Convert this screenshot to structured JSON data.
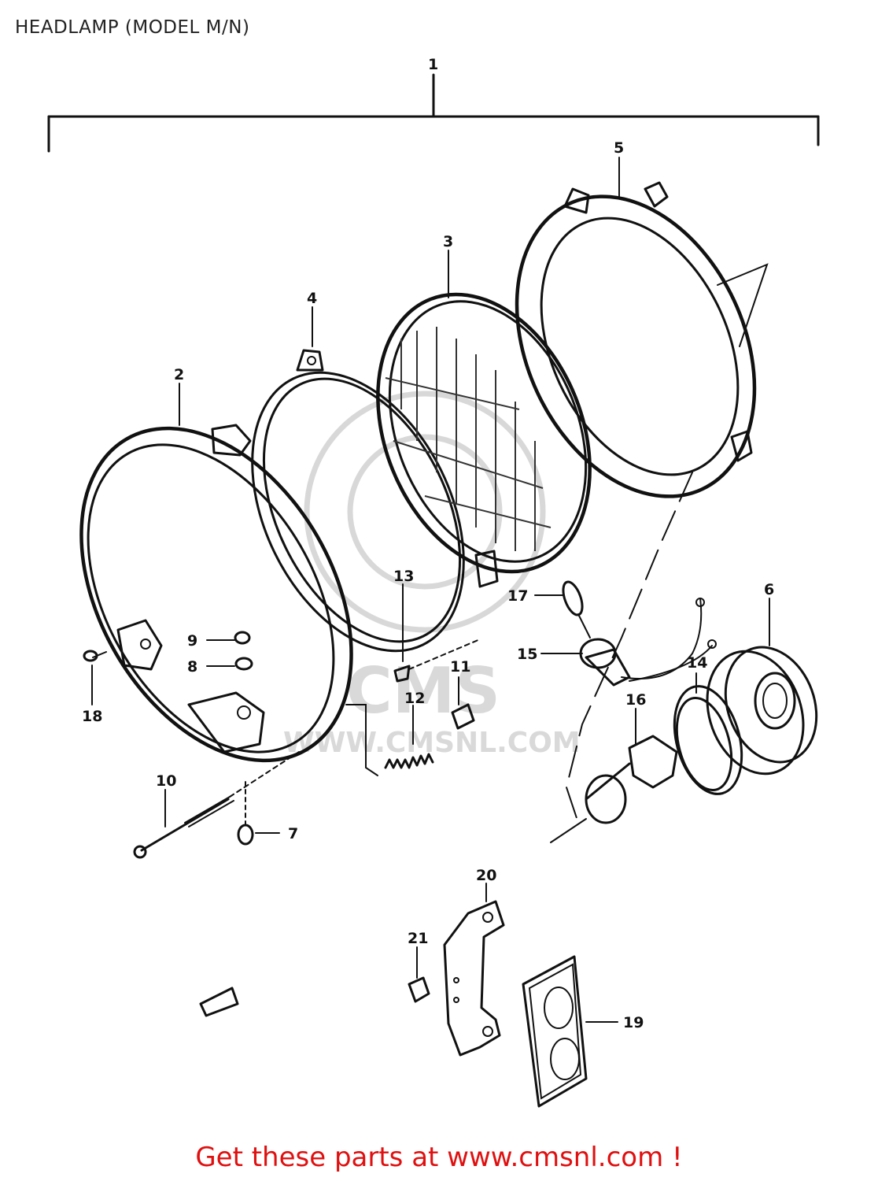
{
  "header": {
    "title": "HEADLAMP (MODEL M/N)"
  },
  "footer": {
    "text": "Get these parts at www.cmsnl.com !"
  },
  "watermark": {
    "site": "WWW.CMSNL.COM",
    "brand": "CMS"
  },
  "part_labels": {
    "p1": "1",
    "p2": "2",
    "p3": "3",
    "p4": "4",
    "p5": "5",
    "p6": "6",
    "p7": "7",
    "p8": "8",
    "p9": "9",
    "p10": "10",
    "p11": "11",
    "p12": "12",
    "p13": "13",
    "p14": "14",
    "p15": "15",
    "p16": "16",
    "p17": "17",
    "p18": "18",
    "p19": "19",
    "p20": "20",
    "p21": "21"
  },
  "colors": {
    "footer_text": "#e01010",
    "line_art": "#111111",
    "watermark": "#d8d8d8"
  }
}
